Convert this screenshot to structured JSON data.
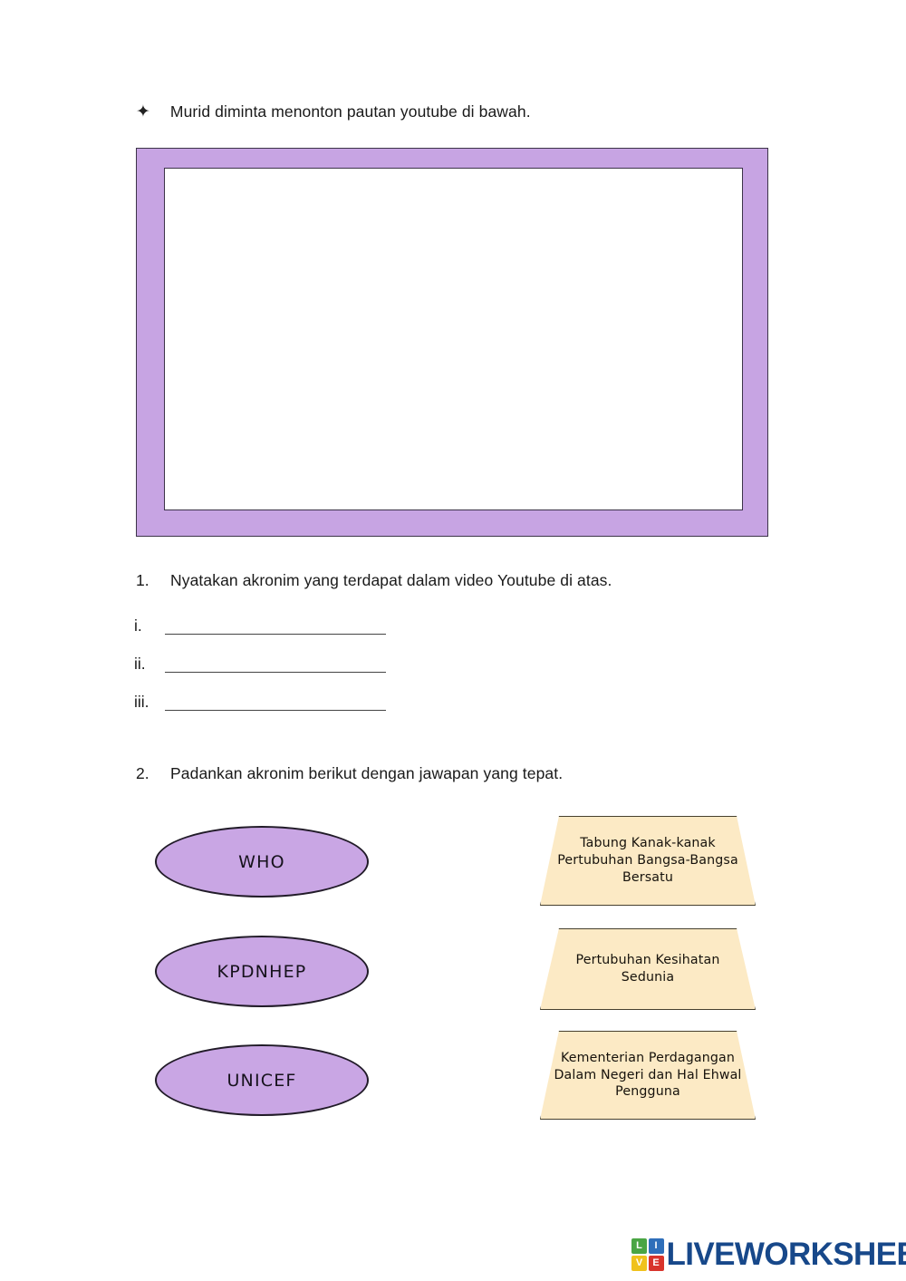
{
  "instruction": {
    "bullet_icon": "four-point-star-bullet",
    "text": "Murid diminta menonton pautan youtube di bawah."
  },
  "video_frame": {
    "name": "youtube-video-embed-placeholder",
    "frame_color": "#c7a4e3",
    "inner_color": "#ffffff"
  },
  "questions": [
    {
      "number": "1.",
      "text": "Nyatakan akronim yang terdapat dalam video Youtube di atas.",
      "answers": [
        {
          "marker": "i.",
          "value": ""
        },
        {
          "marker": "ii.",
          "value": ""
        },
        {
          "marker": "iii.",
          "value": ""
        }
      ]
    },
    {
      "number": "2.",
      "text": "Padankan akronim berikut dengan jawapan yang tepat."
    }
  ],
  "matching": {
    "acronyms": [
      {
        "label": "WHO"
      },
      {
        "label": "KPDNHEP"
      },
      {
        "label": "UNICEF"
      }
    ],
    "definitions": [
      {
        "text": "Tabung Kanak-kanak Pertubuhan Bangsa-Bangsa Bersatu"
      },
      {
        "text": "Pertubuhan Kesihatan Sedunia"
      },
      {
        "text": "Kementerian Perdagangan Dalam Negeri dan Hal Ehwal Pengguna"
      }
    ],
    "acronym_shape_color": "#c9a6e4",
    "definition_shape_color": "#fceac5"
  },
  "footer": {
    "logo": {
      "tiles": [
        "L",
        "I",
        "V",
        "E"
      ],
      "wordmark": "LIVEWORKSHEETS",
      "wordmark_color": "#17488a"
    }
  }
}
